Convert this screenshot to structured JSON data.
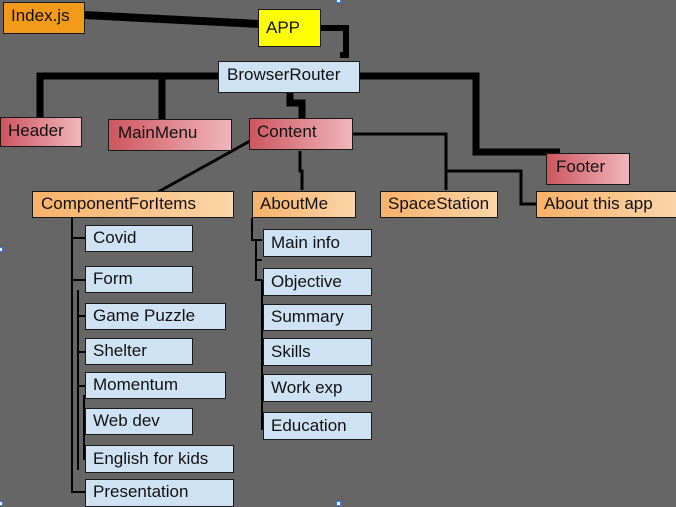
{
  "nodes": {
    "index": "Index.js",
    "app": "APP",
    "router": "BrowserRouter",
    "header": "Header",
    "mainmenu": "MainMenu",
    "content": "Content",
    "footer": "Footer",
    "componentforitems": "ComponentForItems",
    "aboutme": "AboutMe",
    "spacestation": "SpaceStation",
    "aboutapp": "About this app",
    "covid": "Covid",
    "form": "Form",
    "gamepuzzle": "Game Puzzle",
    "shelter": "Shelter",
    "momentum": "Momentum",
    "webdev": "Web dev",
    "english": "English for kids",
    "presentation": "Presentation",
    "maininfo": "Main info",
    "objective": "Objective",
    "summary": "Summary",
    "skills": "Skills",
    "workexp": "Work exp",
    "education": "Education"
  },
  "colors": {
    "background": "#666666",
    "connector": "#000000",
    "blue_node": "#cfe2f3",
    "orange_node": "#f8b26a",
    "red_node": "#cd5660",
    "yellow_node": "#ffff00"
  }
}
